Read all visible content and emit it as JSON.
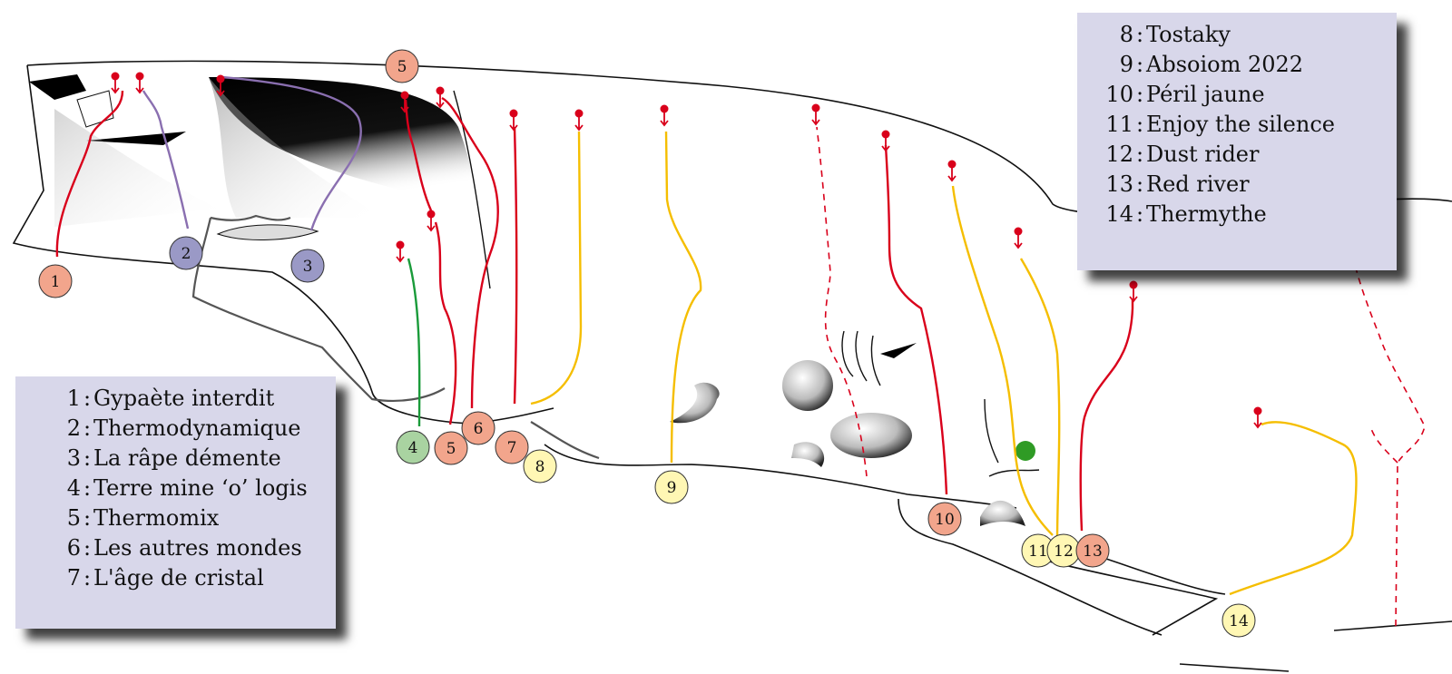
{
  "colors": {
    "red_route": "#d9001b",
    "purple_route": "#8a6fb0",
    "green_route": "#1a9b3a",
    "yellow_route": "#f5be00",
    "marker_red": "#f2a58c",
    "marker_purple": "#9a99c6",
    "marker_green": "#a9d3a1",
    "marker_yellow": "#fff7b4",
    "legend_bg": "#d8d7ea"
  },
  "legend_left": [
    {
      "num": "1",
      "name": "Gypaète interdit"
    },
    {
      "num": "2",
      "name": "Thermodynamique"
    },
    {
      "num": "3",
      "name": "La râpe démente"
    },
    {
      "num": "4",
      "name": "Terre mine ‘o’ logis"
    },
    {
      "num": "5",
      "name": "Thermomix"
    },
    {
      "num": "6",
      "name": "Les autres mondes"
    },
    {
      "num": "7",
      "name": "L'âge de cristal"
    }
  ],
  "legend_right": [
    {
      "num": "8",
      "name": "Tostaky"
    },
    {
      "num": "9",
      "name": "Absoiom 2022"
    },
    {
      "num": "10",
      "name": "Péril jaune"
    },
    {
      "num": "11",
      "name": "Enjoy the silence"
    },
    {
      "num": "12",
      "name": "Dust rider"
    },
    {
      "num": "13",
      "name": "Red river"
    },
    {
      "num": "14",
      "name": "Thermythe"
    }
  ],
  "legend_separator": ":",
  "markers": [
    {
      "label": "1",
      "kind": "red"
    },
    {
      "label": "2",
      "kind": "purple"
    },
    {
      "label": "3",
      "kind": "purple"
    },
    {
      "label": "4",
      "kind": "green"
    },
    {
      "label": "5",
      "kind": "red"
    },
    {
      "label": "5",
      "kind": "red"
    },
    {
      "label": "6",
      "kind": "red"
    },
    {
      "label": "7",
      "kind": "red"
    },
    {
      "label": "8",
      "kind": "yellow"
    },
    {
      "label": "9",
      "kind": "yellow"
    },
    {
      "label": "10",
      "kind": "red"
    },
    {
      "label": "11",
      "kind": "yellow"
    },
    {
      "label": "12",
      "kind": "yellow"
    },
    {
      "label": "13",
      "kind": "red"
    },
    {
      "label": "14",
      "kind": "yellow"
    }
  ]
}
